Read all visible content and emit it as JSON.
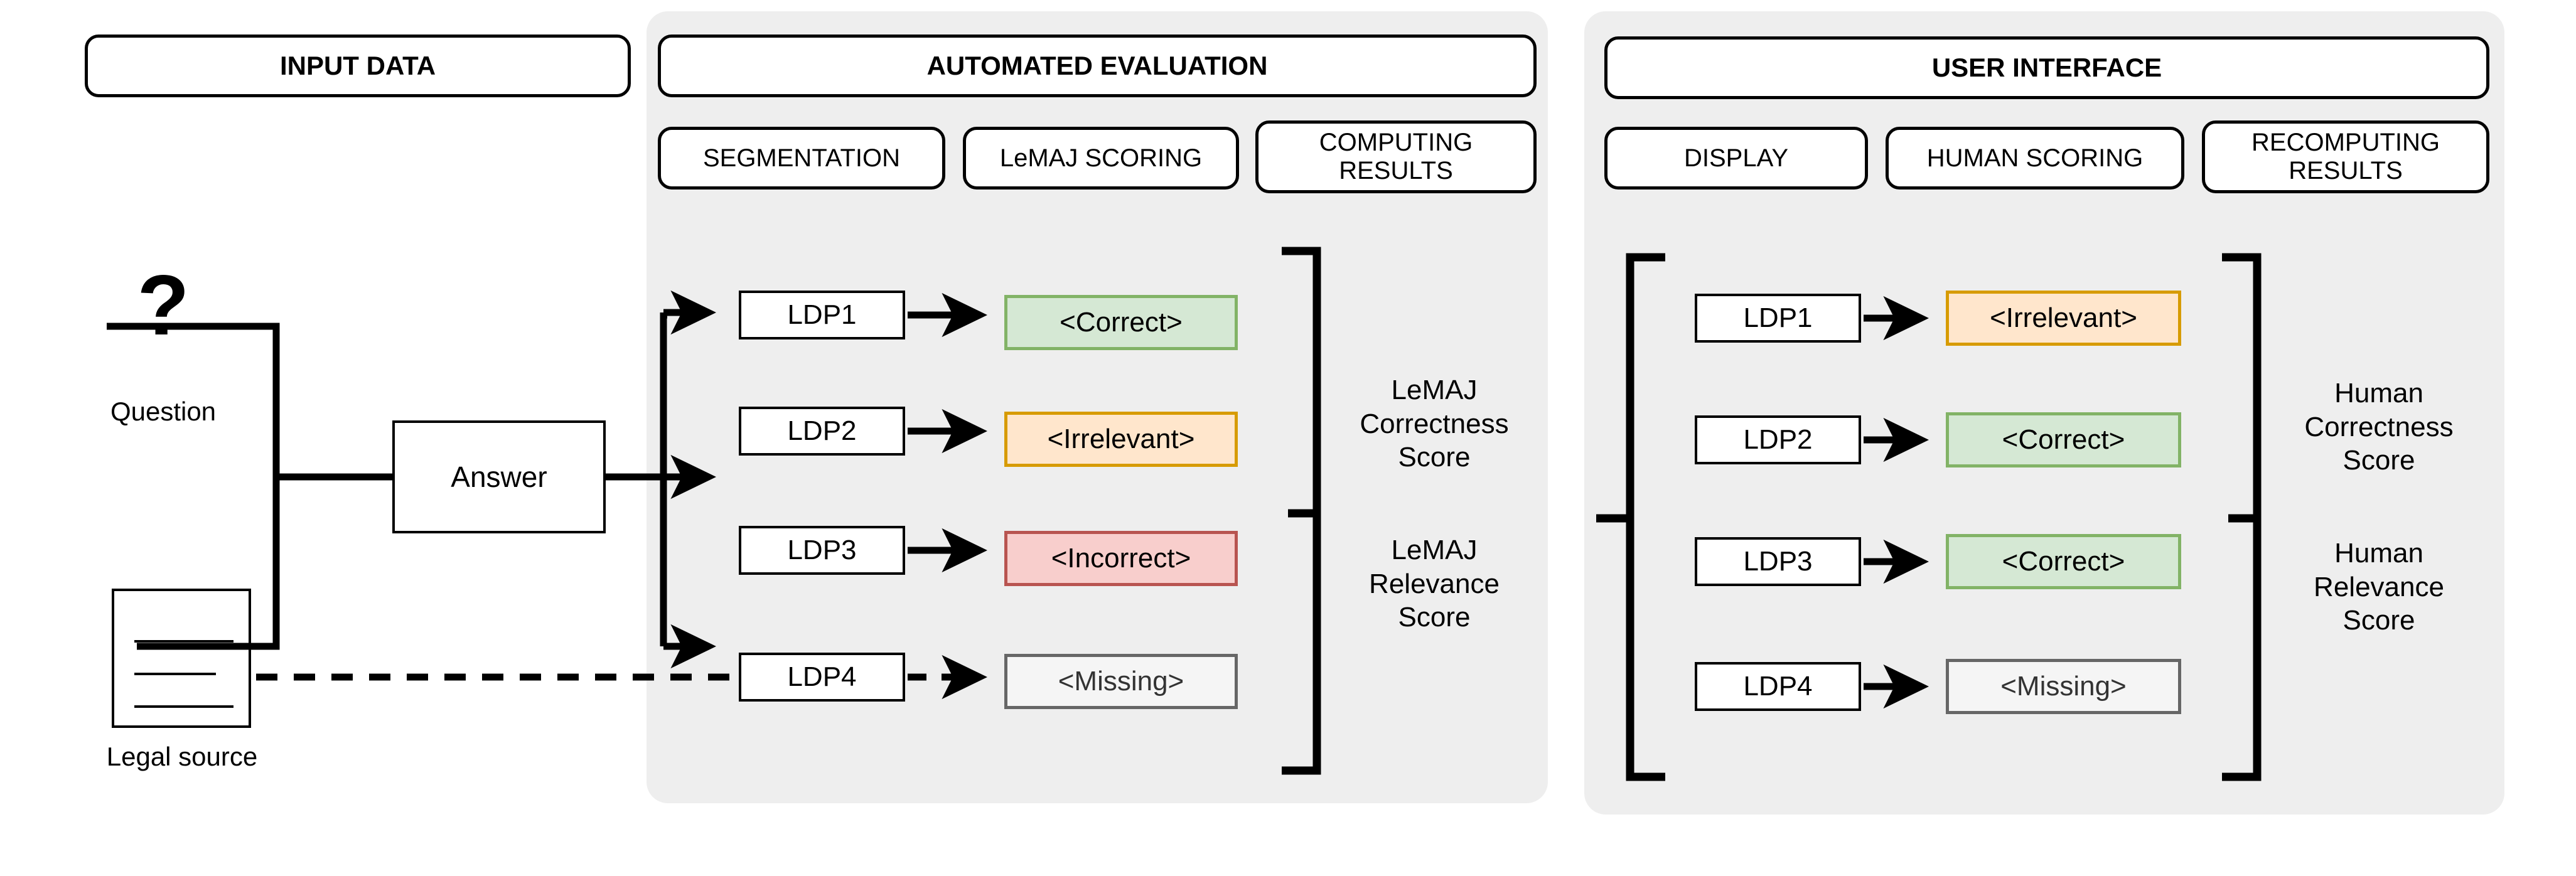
{
  "colors": {
    "panel_bg": "#eeeeee",
    "page_bg": "#ffffff",
    "stroke": "#000000",
    "correct_fill": "#d5e8d4",
    "correct_border": "#82b366",
    "irrelevant_fill": "#ffe6cc",
    "irrelevant_border": "#d79b00",
    "incorrect_fill": "#f8cecc",
    "incorrect_border": "#b85450",
    "missing_fill": "#f5f5f5",
    "missing_border": "#666666",
    "missing_text": "#333333"
  },
  "input_panel": {
    "header": "INPUT DATA",
    "question_icon": "?",
    "question_label": "Question",
    "answer_label": "Answer",
    "legal_source_label": "Legal source"
  },
  "automated_panel": {
    "header": "AUTOMATED EVALUATION",
    "subheaders": [
      "SEGMENTATION",
      "LeMAJ SCORING",
      "COMPUTING RESULTS"
    ],
    "rows": [
      {
        "segment": "LDP1",
        "verdict": "<Correct>",
        "style": "correct",
        "arrow": "solid"
      },
      {
        "segment": "LDP2",
        "verdict": "<Irrelevant>",
        "style": "irrelevant",
        "arrow": "solid"
      },
      {
        "segment": "LDP3",
        "verdict": "<Incorrect>",
        "style": "incorrect",
        "arrow": "solid"
      },
      {
        "segment": "LDP4",
        "verdict": "<Missing>",
        "style": "missing",
        "arrow": "dashed"
      }
    ],
    "score_labels": [
      "LeMAJ Correctness Score",
      "LeMAJ Relevance Score"
    ]
  },
  "user_interface_panel": {
    "header": "USER INTERFACE",
    "subheaders": [
      "DISPLAY",
      "HUMAN SCORING",
      "RECOMPUTING RESULTS"
    ],
    "rows": [
      {
        "segment": "LDP1",
        "verdict": "<Irrelevant>",
        "style": "irrelevant",
        "arrow": "solid"
      },
      {
        "segment": "LDP2",
        "verdict": "<Correct>",
        "style": "correct",
        "arrow": "solid"
      },
      {
        "segment": "LDP3",
        "verdict": "<Correct>",
        "style": "correct",
        "arrow": "solid"
      },
      {
        "segment": "LDP4",
        "verdict": "<Missing>",
        "style": "missing",
        "arrow": "solid"
      }
    ],
    "score_labels": [
      "Human Correctness Score",
      "Human Relevance Score"
    ]
  }
}
